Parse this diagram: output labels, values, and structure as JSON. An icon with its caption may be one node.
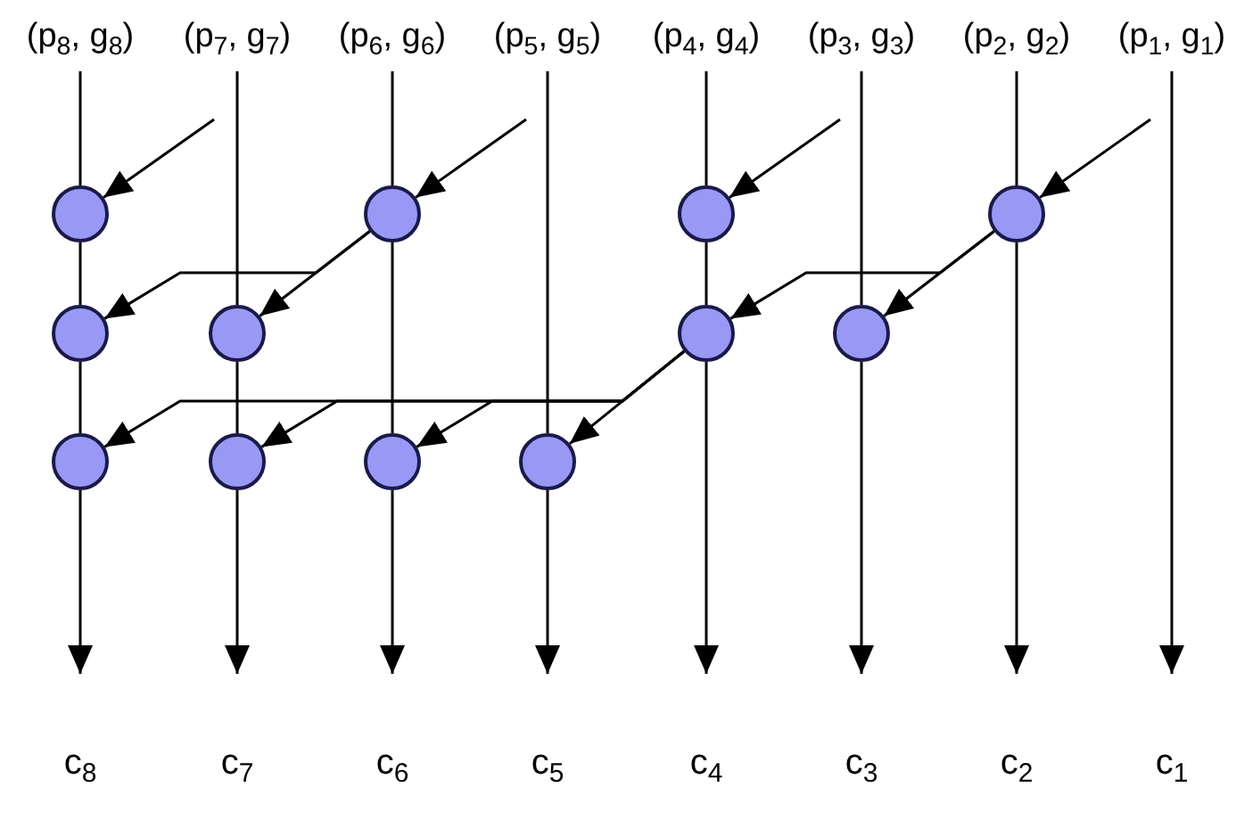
{
  "diagram": {
    "nodes": [
      {
        "text": [
          "(p$_{8}$, g$_{8}$)"
        ]
      },
      {
        "text": [
          "(p$_{7}$, g$_{7}$)"
        ]
      },
      {
        "text": [
          "(p$_{6}$, g$_{6}$)"
        ]
      },
      {
        "text": [
          "(p$_{5}$, g$_{5}$)"
        ]
      },
      {
        "text": [
          "(p$_{4}$, g$_{4}$)"
        ]
      },
      {
        "text": [
          "(p$_{3}$, g$_{3}$)"
        ]
      },
      {
        "text": [
          "(p$_{2}$, g$_{2}$)"
        ]
      },
      {
        "text": [
          "(p$_{1}$, g$_{1}$)"
        ]
      },
      {
        "text": [],
        "shape": "circle"
      },
      {
        "text": [],
        "shape": "circle"
      },
      {
        "text": [],
        "shape": "circle"
      },
      {
        "text": [],
        "shape": "circle"
      },
      {
        "text": [],
        "shape": "circle"
      },
      {
        "text": [],
        "shape": "circle"
      },
      {
        "text": [],
        "shape": "circle"
      },
      {
        "text": [],
        "shape": "circle"
      },
      {
        "text": [],
        "shape": "circle"
      },
      {
        "text": [],
        "shape": "circle"
      },
      {
        "text": [],
        "shape": "circle"
      },
      {
        "text": [],
        "shape": "circle"
      },
      {
        "text": [
          "c$_{8}$"
        ]
      },
      {
        "text": [
          "c$_{7}$"
        ]
      },
      {
        "text": [
          "c$_{6}$"
        ]
      },
      {
        "text": [
          "c$_{5}$"
        ]
      },
      {
        "text": [
          "c$_{4}$"
        ]
      },
      {
        "text": [
          "c$_{3}$"
        ]
      },
      {
        "text": [
          "c$_{2}$"
        ]
      },
      {
        "text": [
          "c$_{1}$"
        ]
      }
    ],
    "edges": [
      {
        "from": 0,
        "to": 8,
        "arrow": "none"
      },
      {
        "from": 8,
        "to": 12,
        "arrow": "none"
      },
      {
        "from": 12,
        "to": 16,
        "arrow": "none"
      },
      {
        "from": 16,
        "to": 20,
        "arrow": "to"
      },
      {
        "from": 1,
        "to": 13,
        "arrow": "none"
      },
      {
        "from": 13,
        "to": 17,
        "arrow": "none"
      },
      {
        "from": 17,
        "to": 21,
        "arrow": "to"
      },
      {
        "from": 2,
        "to": 9,
        "arrow": "none"
      },
      {
        "from": 9,
        "to": 18,
        "arrow": "none"
      },
      {
        "from": 18,
        "to": 22,
        "arrow": "to"
      },
      {
        "from": 3,
        "to": 19,
        "arrow": "none"
      },
      {
        "from": 19,
        "to": 23,
        "arrow": "to"
      },
      {
        "from": 4,
        "to": 10,
        "arrow": "none"
      },
      {
        "from": 10,
        "to": 14,
        "arrow": "none"
      },
      {
        "from": 14,
        "to": 24,
        "arrow": "to"
      },
      {
        "from": 5,
        "to": 15,
        "arrow": "none"
      },
      {
        "from": 15,
        "to": 25,
        "arrow": "to"
      },
      {
        "from": 6,
        "to": 11,
        "arrow": "none"
      },
      {
        "from": 11,
        "to": 26,
        "arrow": "to"
      },
      {
        "from": 7,
        "to": 27,
        "arrow": "to"
      },
      {
        "from": null,
        "to": 8,
        "arrow": "to"
      },
      {
        "from": null,
        "to": 9,
        "arrow": "to"
      },
      {
        "from": null,
        "to": 10,
        "arrow": "to"
      },
      {
        "from": null,
        "to": 11,
        "arrow": "to"
      },
      {
        "from": 9,
        "to": 13,
        "arrow": "to"
      },
      {
        "from": 9,
        "to": 12,
        "arrow": "to"
      },
      {
        "from": 11,
        "to": 15,
        "arrow": "to"
      },
      {
        "from": 11,
        "to": 14,
        "arrow": "to"
      },
      {
        "from": 14,
        "to": 19,
        "arrow": "to"
      },
      {
        "from": 14,
        "to": 18,
        "arrow": "to"
      },
      {
        "from": 14,
        "to": 17,
        "arrow": "to"
      },
      {
        "from": 14,
        "to": 16,
        "arrow": "to"
      }
    ]
  }
}
